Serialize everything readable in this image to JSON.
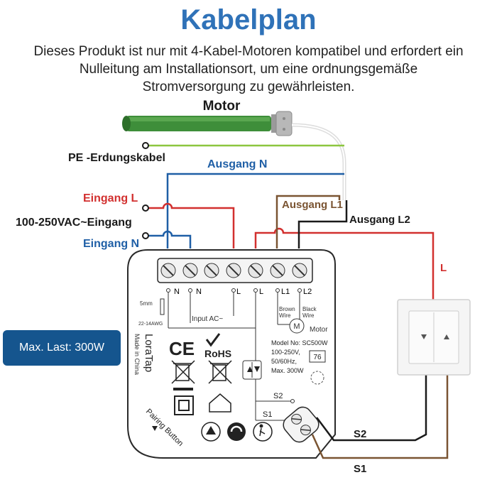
{
  "header": {
    "title": "Kabelplan",
    "subtitle": "Dieses Produkt ist nur mit 4-Kabel-Motoren kompatibel und erfordert ein Nulleitung am Installationsort, um eine ordnungsgemäße Stromversorgung zu gewährleisten."
  },
  "labels": {
    "motor": "Motor",
    "pe": "PE -Erdungskabel",
    "ausgang_n": "Ausgang N",
    "eingang_l": "Eingang L",
    "supply": "100-250VAC~Eingang",
    "eingang_n": "Eingang N",
    "ausgang_l1": "Ausgang L1",
    "ausgang_l2": "Ausgang L2",
    "l_wire": "L",
    "s2_wire": "S2",
    "s1_wire": "S1"
  },
  "module": {
    "terminals": [
      "N",
      "N",
      "L",
      "L",
      "L1",
      "L2"
    ],
    "wire_size_mm": "5mm",
    "awg": "22-14AWG",
    "input_label": "Input AC~",
    "brown_wire": [
      "Brown",
      "Wire"
    ],
    "black_wire": [
      "Black",
      "Wire"
    ],
    "motor_label": "Motor",
    "motor_symbol": "M",
    "specs": [
      "Model No: SC500W",
      "100-250V,",
      "50/60Hz,",
      "Max. 300W"
    ],
    "ip_code": "76",
    "brand": "LoraTap",
    "origin": "Made in China",
    "ce_mark": "CE",
    "rohs": "RoHS",
    "s2": "S2",
    "s1": "S1",
    "pairing": "Pairing Button"
  },
  "badge": {
    "text": "Max. Last: 300W"
  },
  "colors": {
    "title": "#2f72b8",
    "neutral_blue": "#1f5fa6",
    "live_red": "#d2302f",
    "pe_green": "#8cc63f",
    "brown": "#7a5432",
    "black": "#1a1a1a",
    "badge_bg": "#15558e",
    "motor_green": "#3e8e3a"
  }
}
